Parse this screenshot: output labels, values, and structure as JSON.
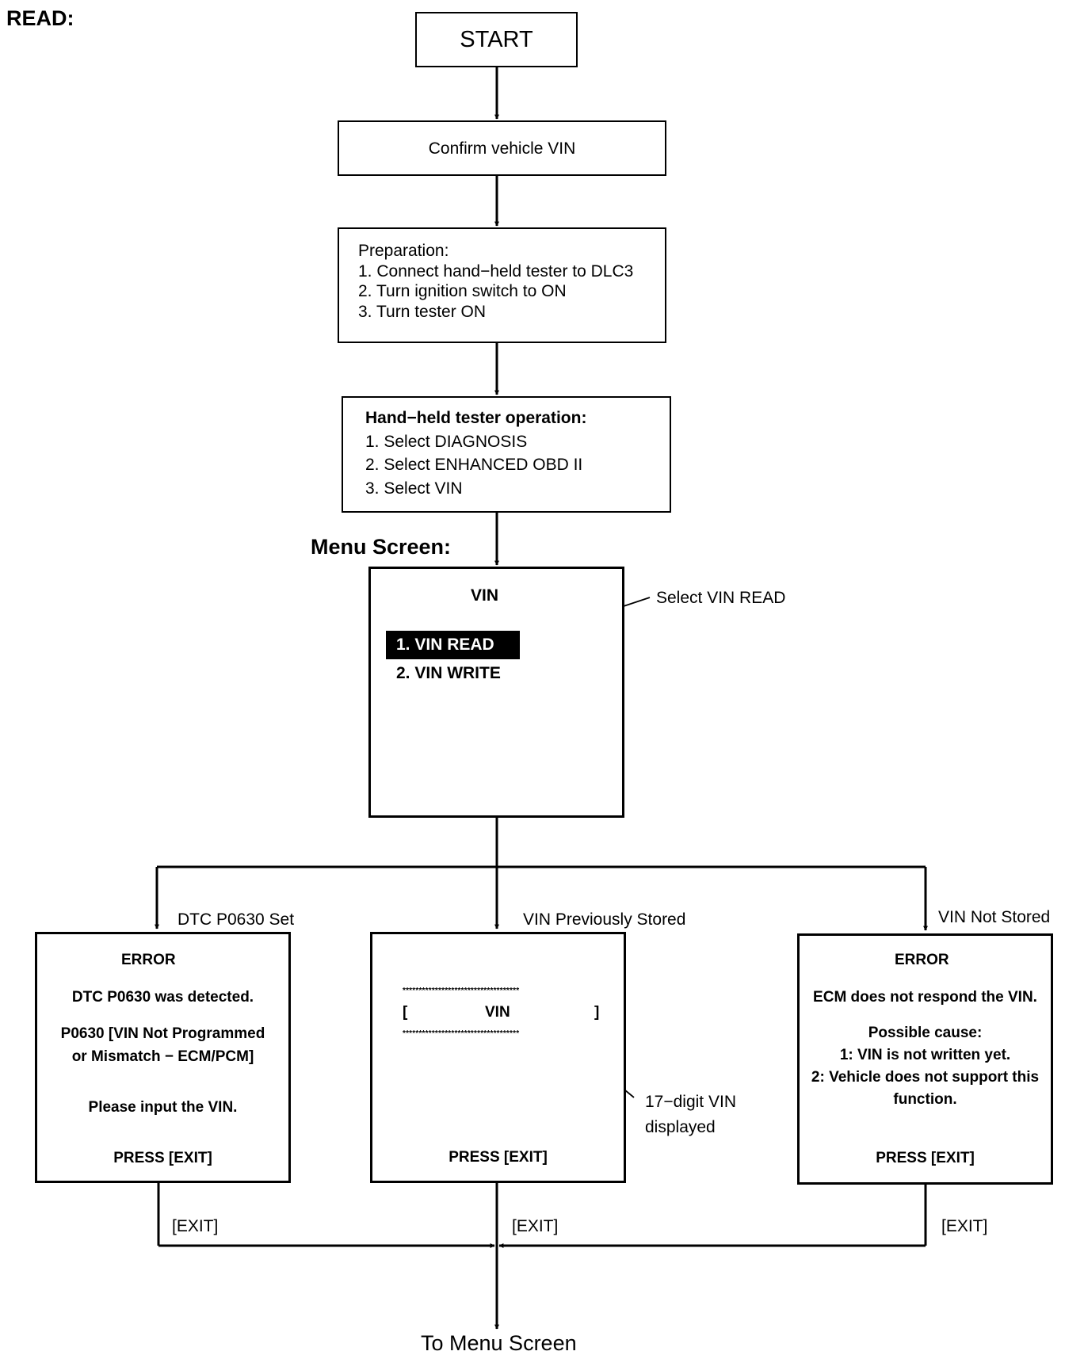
{
  "header": {
    "title": "READ:"
  },
  "start": {
    "label": "START"
  },
  "confirm": {
    "label": "Confirm vehicle VIN"
  },
  "preparation": {
    "title": "Preparation:",
    "steps": [
      "1. Connect hand−held tester to DLC3",
      "2. Turn ignition switch to ON",
      "3. Turn tester ON"
    ]
  },
  "operation": {
    "title": "Hand−held tester operation:",
    "steps": [
      "1. Select DIAGNOSIS",
      "2. Select ENHANCED OBD II",
      "3. Select VIN"
    ]
  },
  "menu_screen": {
    "label": "Menu Screen:",
    "title": "VIN",
    "items": [
      "1. VIN READ",
      "2. VIN WRITE"
    ],
    "callout": "Select VIN READ"
  },
  "branches": {
    "left": {
      "condition": "DTC P0630 Set",
      "title": "ERROR",
      "message": "DTC P0630 was detected.",
      "detail": [
        "P0630  [VIN Not Programmed",
        "or Mismatch − ECM/PCM]"
      ],
      "instruction": "Please input the VIN.",
      "press": "PRESS [EXIT]",
      "exit": "[EXIT]"
    },
    "middle": {
      "condition": "VIN Previously Stored",
      "stars": "************************************",
      "bracket_open": "[",
      "vin": "VIN",
      "bracket_close": "]",
      "callout": [
        "17−digit VIN",
        "displayed"
      ],
      "press": "PRESS [EXIT]",
      "exit": "[EXIT]"
    },
    "right": {
      "condition": "VIN Not Stored",
      "title": "ERROR",
      "message": "ECM does not respond the VIN.",
      "cause_title": "Possible cause:",
      "causes": [
        "1: VIN is not written yet.",
        "2: Vehicle does not support this",
        "function."
      ],
      "press": "PRESS [EXIT]",
      "exit": "[EXIT]"
    }
  },
  "footer": {
    "label": "To Menu Screen"
  }
}
